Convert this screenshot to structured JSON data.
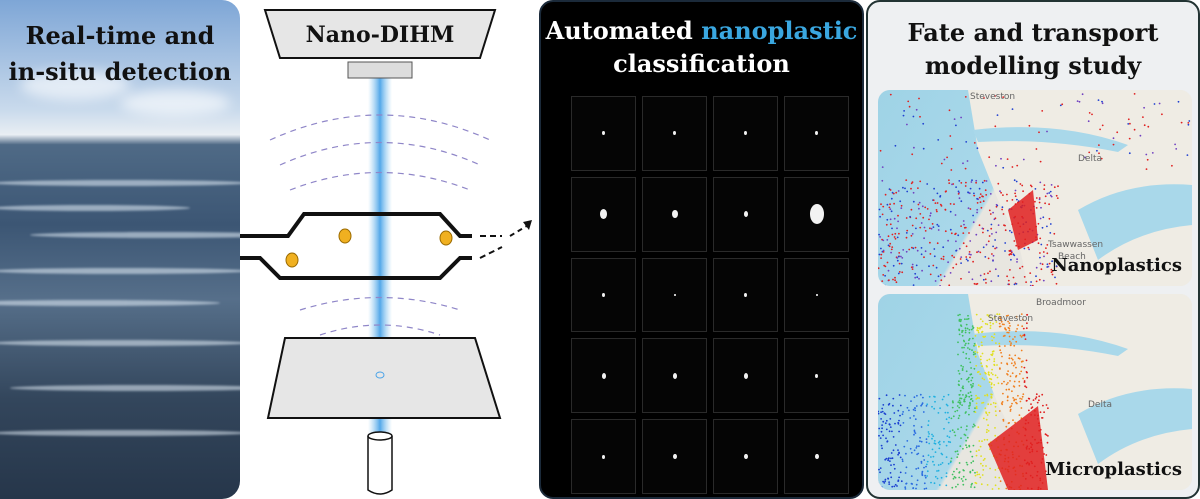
{
  "panels": {
    "detection": {
      "title_line1": "Real-time and",
      "title_line2": "in-situ detection"
    },
    "device": {
      "label": "Nano-DIHM"
    },
    "classification": {
      "title_part1": "Automated ",
      "title_highlight": "nanoplastic",
      "title_line2": "classification"
    },
    "modelling": {
      "title_line1": "Fate and transport",
      "title_line2": "modelling study",
      "map_top": {
        "caption": "Nanoplastics",
        "place1": "Steveston",
        "place2": "Delta",
        "place3": "Tsawwassen",
        "place4": "Beach"
      },
      "map_bottom": {
        "caption": "Microplastics",
        "place1": "Broadmoor",
        "place2": "Steveston",
        "place3": "Delta"
      }
    }
  },
  "colors": {
    "highlight": "#3aa7e0",
    "particle": "#f0b020",
    "beam": "#8cc8f0"
  }
}
